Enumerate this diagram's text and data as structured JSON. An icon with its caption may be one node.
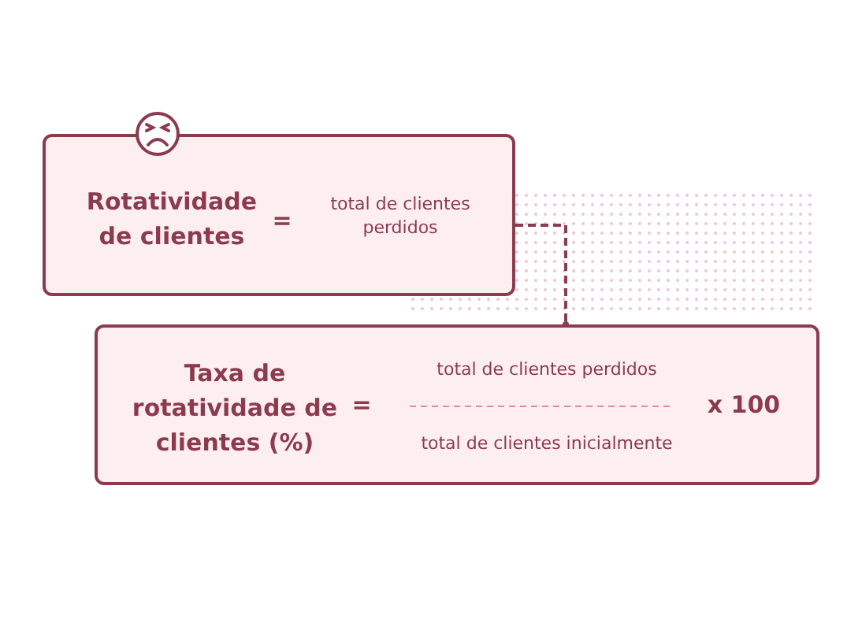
{
  "diagram": {
    "nodes": [
      {
        "text": [
          "Rotatividade de clientes",
          "=",
          "total de clientes perdidos"
        ]
      },
      {
        "text": [
          "Taxa de rotatividade de clientes (%)",
          "=",
          "total de clientes perdidos",
          "total de clientes inicialmente",
          "x 100"
        ]
      }
    ],
    "edges": [
      {
        "from": 0,
        "to": 1,
        "arrow": "other",
        "style": "dashed"
      }
    ]
  }
}
